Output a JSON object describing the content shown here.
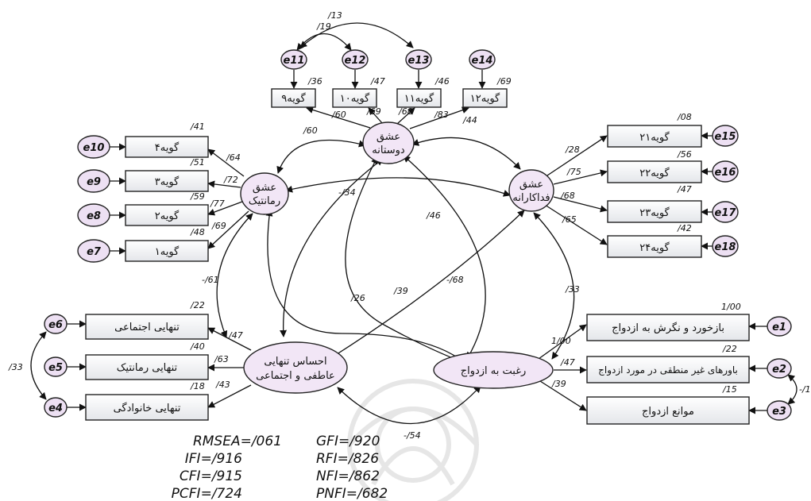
{
  "observed": {
    "v9": "گویه۹",
    "v10": "گویه۱۰",
    "v11": "گویه۱۱",
    "v12": "گویه۱۲",
    "v4": "گویه۴",
    "v3": "گویه۳",
    "v2": "گویه۲",
    "v1": "گویه۱",
    "v21": "گویه۲۱",
    "v22": "گویه۲۲",
    "v23": "گویه۲۳",
    "v24": "گویه۲۴",
    "social": "تنهایی اجتماعی",
    "romanticL": "تنهایی رمانتیک",
    "family": "تنهایی خانوادگی",
    "attitude": "بازخورد و نگرش به ازدواج",
    "beliefs": "باورهای غیر منطقی در مورد ازدواج",
    "barriers": "موانع ازدواج"
  },
  "latent": {
    "friendship": [
      "عشق",
      "دوستانه"
    ],
    "romantic": [
      "عشق",
      "رمانتیک"
    ],
    "sacrificial": [
      "عشق",
      "فداکارانه"
    ],
    "loneliness": [
      "احساس تنهایی",
      "عاطفی  و اجتماعی"
    ],
    "marriage": "رغبت به ازدواج"
  },
  "errors": [
    "e1",
    "e2",
    "e3",
    "e4",
    "e5",
    "e6",
    "e7",
    "e8",
    "e9",
    "e10",
    "e11",
    "e12",
    "e13",
    "e14",
    "e15",
    "e16",
    "e17",
    "e18"
  ],
  "coefficients": {
    "r2_v9": "/36",
    "r2_v10": "/47",
    "r2_v11": "/46",
    "r2_v12": "/69",
    "l_v9": "/60",
    "l_v10": "/69",
    "l_v11": "/68",
    "l_v12": "/83",
    "l_v12b": "/44",
    "cov_e11_e12": "/19",
    "cov_e11_e13": "/13",
    "r2_v4": "/41",
    "r2_v3": "/51",
    "r2_v2": "/59",
    "r2_v1": "/48",
    "l_v4": "/64",
    "l_v3": "/72",
    "l_v2": "/77",
    "l_v1": "/69",
    "r2_v21": "/08",
    "r2_v22": "/56",
    "r2_v23": "/47",
    "r2_v24": "/42",
    "l_v21": "/28",
    "l_v22": "/75",
    "l_v23": "/68",
    "l_v24": "/65",
    "r2_social": "/22",
    "r2_romanticL": "/40",
    "r2_family": "/18",
    "l_social": "/47",
    "l_romanticL": "/63",
    "l_family": "/43",
    "r2_attitude": "1/00",
    "r2_beliefs": "/22",
    "r2_barriers": "/15",
    "l_attitude": "1/00",
    "l_beliefs": "/47",
    "l_barriers": "/39",
    "cov_e4_e6": "/33",
    "cov_e2_e3": "-/1",
    "cov_fr_rom": "/60",
    "cov_rom_sac": "-/34",
    "cov_fr_mar": "/46",
    "cov_fr_lon": "/26",
    "cov_sac_lon": "/39",
    "cov_rom_mar": "-/68",
    "cov_sac_mar": "/33",
    "cov_rom_lon": "-/61",
    "cov_lon_mar": "-/54"
  },
  "fit": {
    "rmsea": "RMSEA=/061",
    "gfi": "GFI=/920",
    "ifi": "IFI=/916",
    "rfi": "RFI=/826",
    "cfi": "CFI=/915",
    "nfi": "NFI=/862",
    "pcfi": "PCFI=/724",
    "pnfi": "PNFI=/682"
  }
}
